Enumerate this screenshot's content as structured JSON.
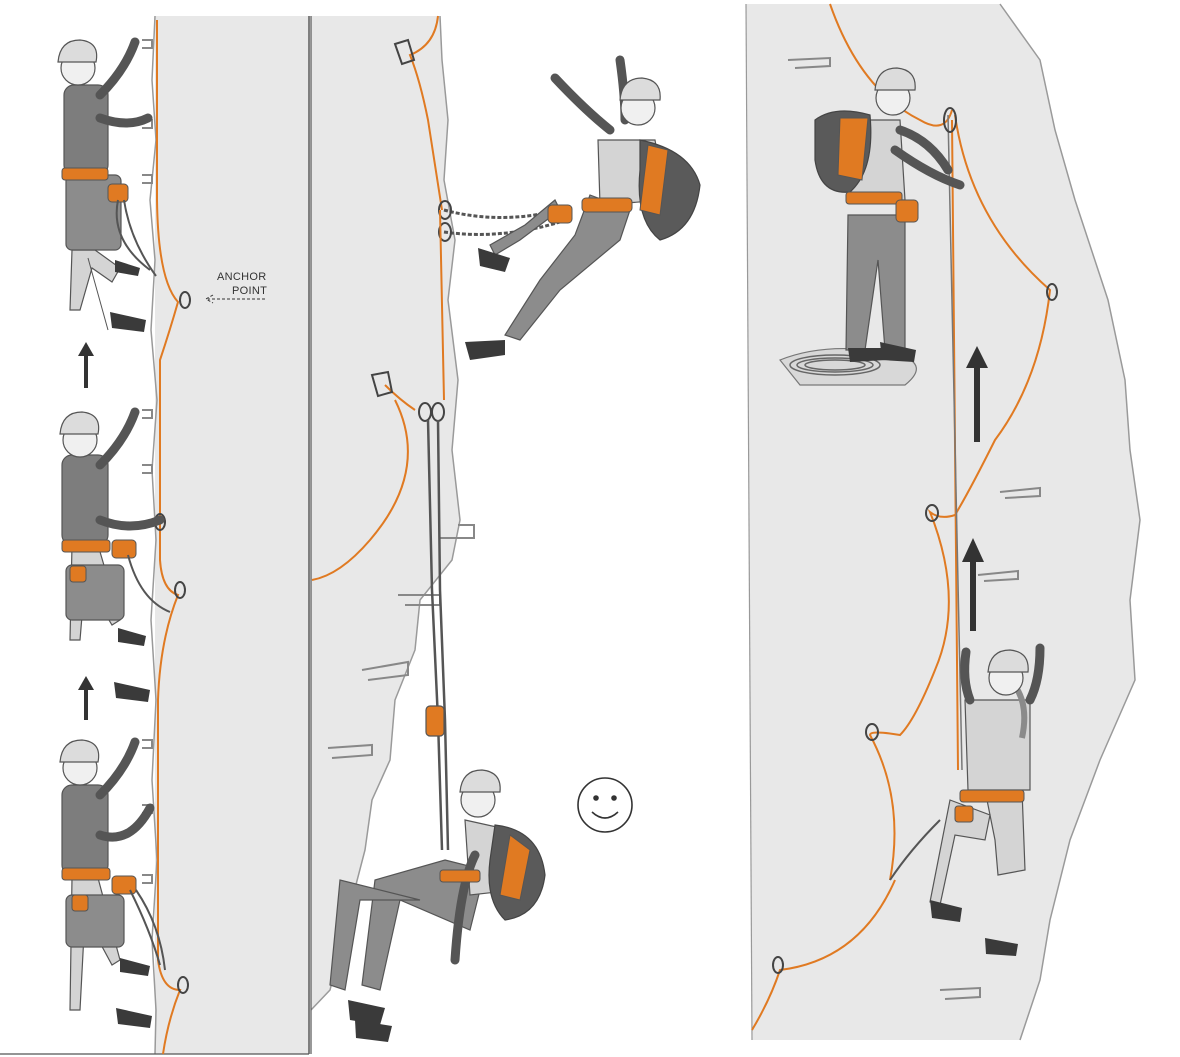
{
  "annotations": {
    "anchor_line1": "ANCHOR",
    "anchor_line2": "POINT"
  },
  "colors": {
    "rock": "#e8e8e8",
    "rock_edge": "#9a9a9a",
    "rope": "#e07a22",
    "gear": "#e07a22",
    "dark": "#3a3a3a",
    "clothing": "#8c8c8c",
    "arrow": "#333333"
  },
  "icons": [
    "smiley-face-icon",
    "up-arrow-icon",
    "climber-figure",
    "carabiner-icon",
    "rope-coil-icon"
  ]
}
